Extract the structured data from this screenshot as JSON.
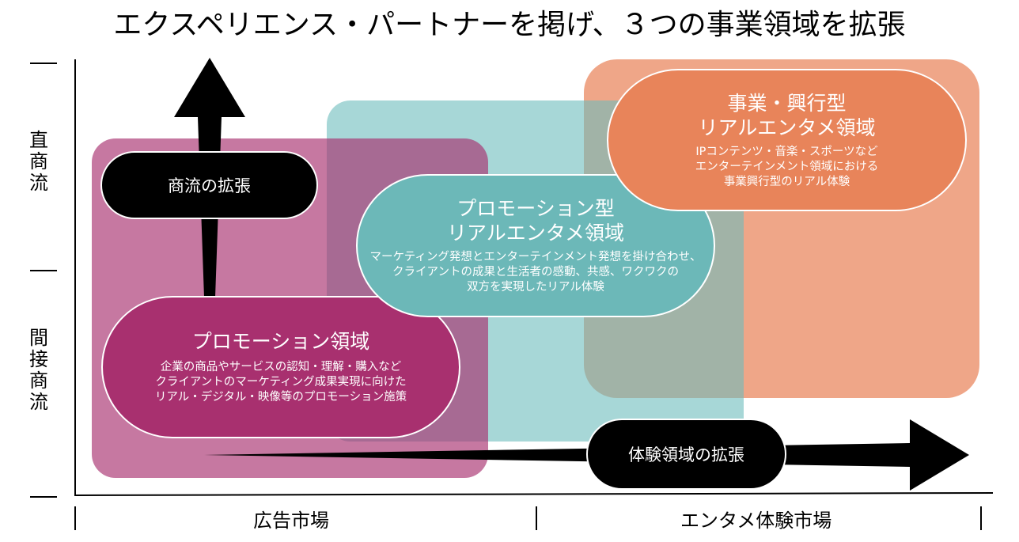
{
  "title": "エクスペリエンス・パートナーを掲げ、３つの事業領域を拡張",
  "axes": {
    "y_upper": "直商流",
    "y_lower": "間接商流",
    "x_left": "広告市場",
    "x_right": "エンタメ体験市場"
  },
  "arrows": {
    "up": "商流の拡張",
    "right": "体験領域の拡張"
  },
  "domains": [
    {
      "title": "プロモーション領域",
      "desc": [
        "企業の商品やサービスの認知・理解・購入など",
        "クライアントのマーケティング成果実現に向けた",
        "リアル・デジタル・映像等のプロモーション施策"
      ],
      "color": "#a8306f"
    },
    {
      "title": [
        "プロモーション型",
        "リアルエンタメ領域"
      ],
      "desc": [
        "マーケティング発想とエンターテインメント発想を掛け合わせ、",
        "クライアントの成果と生活者の感動、共感、ワクワクの",
        "双方を実現したリアル体験"
      ],
      "color": "#6cb8b8"
    },
    {
      "title": [
        "事業・興行型",
        "リアルエンタメ領域"
      ],
      "desc": [
        "IPコンテンツ・音楽・スポーツなど",
        "エンターテインメント領域における",
        "事業興行型のリアル体験"
      ],
      "color": "#e8845a"
    }
  ]
}
